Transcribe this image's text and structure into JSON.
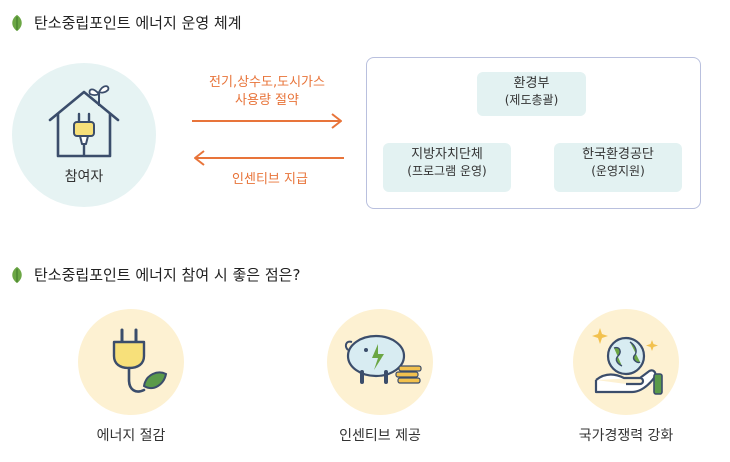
{
  "sections": {
    "system_title": "탄소중립포인트 에너지 운영 체계",
    "benefit_title": "탄소중립포인트 에너지 참여 시 좋은 점은?"
  },
  "flow": {
    "participant": "참여자",
    "saving_label_line1": "전기,상수도,도시가스",
    "saving_label_line2": "사용량 절약",
    "incentive_label": "인센티브 지급"
  },
  "orgs": {
    "ministry_name": "환경부",
    "ministry_role": "(제도총괄)",
    "local_name": "지방자치단체",
    "local_role": "(프로그램 운영)",
    "keco_name": "한국환경공단",
    "keco_role": "(운영지원)"
  },
  "benefits": [
    {
      "label": "에너지 절감",
      "icon": "plug-leaf-icon"
    },
    {
      "label": "인센티브 제공",
      "icon": "piggy-bank-icon"
    },
    {
      "label": "국가경쟁력 강화",
      "icon": "globe-hand-icon"
    }
  ],
  "colors": {
    "accent_orange": "#e8743a",
    "leaf_green": "#6ba644",
    "teal_bg": "#e6f3f3",
    "yellow_bg": "#fdf1d2",
    "border_blue": "#b9c0de"
  }
}
